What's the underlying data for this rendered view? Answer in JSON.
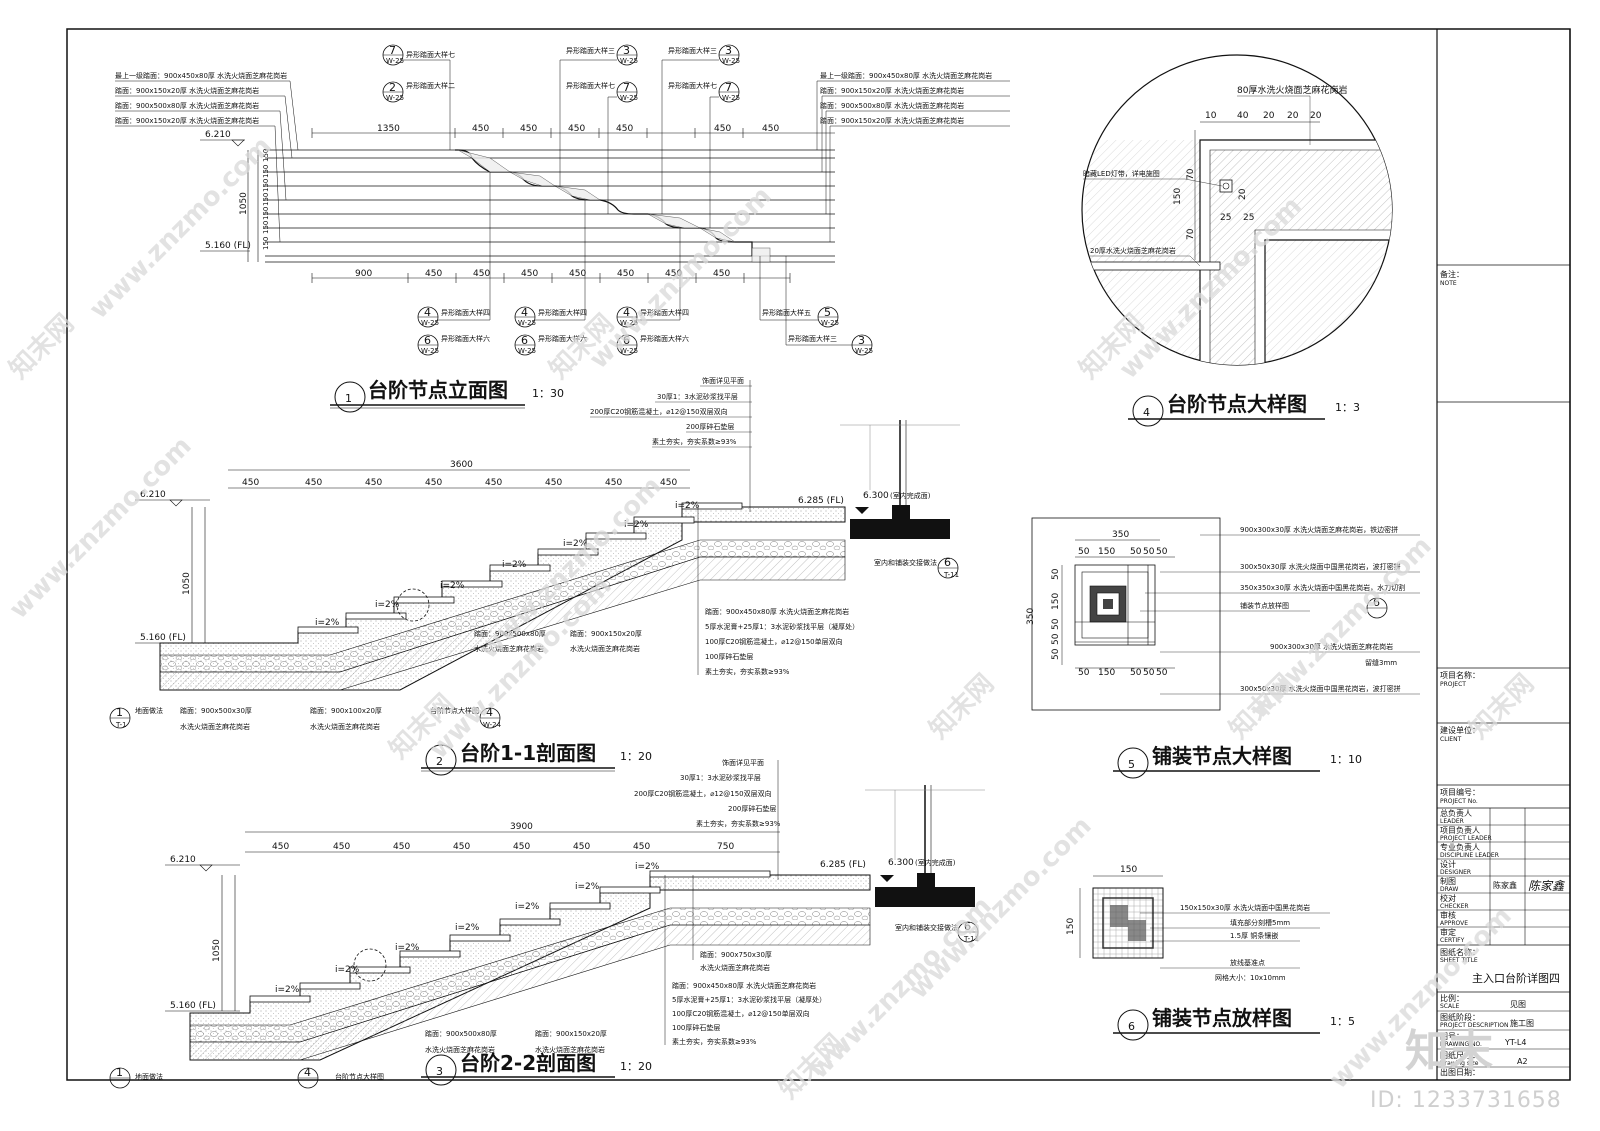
{
  "elevation": {
    "labels_left": [
      "最上一级踏面：900x450x80厚  水洗火烧面芝麻花岗岩",
      "踏面：900x150x20厚  水洗火烧面芝麻花岗岩",
      "踏面：900x500x80厚  水洗火烧面芝麻花岗岩",
      "踏面：900x150x20厚  水洗火烧面芝麻花岗岩"
    ],
    "labels_right": [
      "最上一级踏面：900x450x80厚  水洗火烧面芝麻花岗岩",
      "踏面：900x150x20厚  水洗火烧面芝麻花岗岩",
      "踏面：900x500x80厚  水洗火烧面芝麻花岗岩",
      "踏面：900x150x20厚  水洗火烧面芝麻花岗岩"
    ],
    "top_dims": [
      "1350",
      "450",
      "450",
      "450",
      "450",
      "450",
      "450"
    ],
    "bottom_dims": [
      "900",
      "450",
      "450",
      "450",
      "450",
      "450",
      "450",
      "450"
    ],
    "level_top": "6.210",
    "level_bottom": "5.160 (FL)",
    "height_total": "1050",
    "riser": "150",
    "callouts_top": [
      {
        "num": "7",
        "ref": "W-25",
        "label": "异形踏面大样七"
      },
      {
        "num": "2",
        "ref": "W-25",
        "label": "异形踏面大样二"
      },
      {
        "num": "3",
        "ref": "W-25",
        "label": "异形踏面大样三"
      },
      {
        "num": "7",
        "ref": "W-25",
        "label": "异形踏面大样七"
      },
      {
        "num": "3",
        "ref": "W-25",
        "label": "异形踏面大样三"
      },
      {
        "num": "7",
        "ref": "W-25",
        "label": "异形踏面大样七"
      }
    ],
    "callouts_bottom": [
      {
        "num": "4",
        "ref": "W-25",
        "label": "异形踏面大样四"
      },
      {
        "num": "6",
        "ref": "W-25",
        "label": "异形踏面大样六"
      },
      {
        "num": "4",
        "ref": "W-25",
        "label": "异形踏面大样四"
      },
      {
        "num": "6",
        "ref": "W-25",
        "label": "异形踏面大样六"
      },
      {
        "num": "4",
        "ref": "W-25",
        "label": "异形踏面大样四"
      },
      {
        "num": "6",
        "ref": "W-25",
        "label": "异形踏面大样六"
      },
      {
        "num": "5",
        "ref": "W-25",
        "label": "异形踏面大样五"
      },
      {
        "num": "3",
        "ref": "W-25",
        "label": "异形踏面大样三"
      }
    ],
    "title_num": "1",
    "title": "台阶节点立面图",
    "scale": "1：30"
  },
  "section11": {
    "layers_top": [
      "饰面详见平面",
      "30厚1：3水泥砂浆找平层",
      "200厚C20钢筋混凝土，⌀12@150双层双向",
      "200厚碎石垫层",
      "素土夯实，夯实系数≥93%"
    ],
    "total_dim": "3600",
    "dims": [
      "450",
      "450",
      "450",
      "450",
      "450",
      "450",
      "450",
      "450"
    ],
    "level_top": "6.210",
    "level_bottom": "5.160 (FL)",
    "level_right": "6.285 (FL)",
    "level_right2": "6.300",
    "level_right2_note": "(室内完成面)",
    "height_total": "1050",
    "slope": "i=2%",
    "layers_right": [
      "踏面：900x450x80厚  水洗火烧面芝麻花岗岩",
      "5厚水泥膏+25厚1：3水泥砂浆找平层（凝厚处）",
      "100厚C20钢筋混凝土，⌀12@150单层双向",
      "100厚碎石垫层",
      "素土夯实，夯实系数≥93%"
    ],
    "note_tread1": "踏面：900x500x80厚",
    "note_tread1b": "水洗火烧面芝麻花岗岩",
    "note_tread2": "踏面：900x150x20厚",
    "note_tread2b": "水洗火烧面芝麻花岗岩",
    "note_bottom1": "踏面：900x500x30厚",
    "note_bottom1b": "水洗火烧面芝麻花岗岩",
    "note_bottom2": "踏面：900x100x20厚",
    "note_bottom2b": "水洗火烧面芝麻花岗岩",
    "note_ground": "地面做法",
    "note_detail": "台阶节点大样图",
    "note_indoor": "室内和铺装交接做法",
    "title_num": "2",
    "title": "台阶1-1剖面图",
    "scale": "1：20"
  },
  "section22": {
    "layers_top": [
      "饰面详见平面",
      "30厚1：3水泥砂浆找平层",
      "200厚C20钢筋混凝土，⌀12@150双层双向",
      "200厚碎石垫层",
      "素土夯实，夯实系数≥93%"
    ],
    "total_dim": "3900",
    "dims": [
      "450",
      "450",
      "450",
      "450",
      "450",
      "450",
      "450",
      "750"
    ],
    "level_top": "6.210",
    "level_bottom": "5.160 (FL)",
    "level_right": "6.285 (FL)",
    "level_right2": "6.300",
    "level_right2_note": "(室内完成面)",
    "height_total": "1050",
    "slope": "i=2%",
    "layers_right": [
      "踏面：900x750x30厚",
      "水洗火烧面芝麻花岗岩",
      "踏面：900x450x80厚  水洗火烧面芝麻花岗岩",
      "5厚水泥膏+25厚1：3水泥砂浆找平层（凝厚处）",
      "100厚C20钢筋混凝土，⌀12@150单层双向",
      "100厚碎石垫层",
      "素土夯实，夯实系数≥93%"
    ],
    "note_tread1": "踏面：900x500x80厚",
    "note_tread1b": "水洗火烧面芝麻花岗岩",
    "note_tread2": "踏面：900x150x20厚",
    "note_tread2b": "水洗火烧面芝麻花岗岩",
    "note_ground": "地面做法",
    "note_detail": "台阶节点大样图",
    "note_indoor": "室内和铺装交接做法",
    "title_num": "3",
    "title": "台阶2-2剖面图",
    "scale": "1：20"
  },
  "detail4": {
    "top_label": "80厚水洗火烧面芝麻花岗岩",
    "dims_top": [
      "10",
      "40",
      "20",
      "20",
      "20"
    ],
    "led_label": "暗藏LED灯带，详电施图",
    "dims_side": [
      "70",
      "150",
      "70"
    ],
    "dim_20": "20",
    "dims_small": [
      "25",
      "25"
    ],
    "bottom_label": "20厚水洗火烧面芝麻花岗岩",
    "title_num": "4",
    "title": "台阶节点大样图",
    "scale": "1：3"
  },
  "detail5": {
    "top_dim": "350",
    "dims_top": [
      "50",
      "150",
      "50",
      "50",
      "50"
    ],
    "dims_bottom": [
      "50",
      "150",
      "50",
      "50",
      "50"
    ],
    "side_dims": [
      "50",
      "150",
      "50",
      "50",
      "50"
    ],
    "side_total": "350",
    "labels": [
      "900x300x30厚  水洗火烧面芝麻花岗岩，铁边密拼",
      "300x50x30厚  水洗火烧面中国黑花岗岩，波打密拼",
      "350x350x30厚  水洗火烧面中国黑花岗岩，水刀切割",
      "铺装节点放样图",
      "900x300x30厚  水洗火烧面芝麻花岗岩",
      "留缝3mm",
      "300x50x30厚  水洗火烧面中国黑花岗岩，波打密拼"
    ],
    "callout_num": "6",
    "title_num": "5",
    "title": "铺装节点大样图",
    "scale": "1：10"
  },
  "detail6": {
    "top_dim": "150",
    "side_dim": "150",
    "labels": [
      "150x150x30厚  水洗火烧面中国黑花岗岩",
      "填充部分刻槽5mm",
      "1.5厚  铜条镶嵌",
      "放线基准点",
      "网格大小：10x10mm"
    ],
    "title_num": "6",
    "title": "铺装节点放样图",
    "scale": "1：5"
  },
  "titleblock": {
    "note_cn": "备注：",
    "note_en": "NOTE",
    "project_cn": "项目名称：",
    "project_en": "PROJECT",
    "client_cn": "建设单位：",
    "client_en": "CLIENT",
    "projno_cn": "项目编号：",
    "projno_en": "PROJECT No.",
    "rows": [
      {
        "cn": "总负责人",
        "en": "LEADER",
        "val": ""
      },
      {
        "cn": "项目负责人",
        "en": "PROJECT LEADER",
        "val": ""
      },
      {
        "cn": "专业负责人",
        "en": "DISCIPLINE LEADER",
        "val": ""
      },
      {
        "cn": "设计",
        "en": "DESIGNER",
        "val": ""
      },
      {
        "cn": "制图",
        "en": "DRAW",
        "val": "陈家鑫"
      },
      {
        "cn": "校对",
        "en": "CHECKER",
        "val": ""
      },
      {
        "cn": "审核",
        "en": "APPROVE",
        "val": ""
      },
      {
        "cn": "审定",
        "en": "CERTIFY",
        "val": ""
      }
    ],
    "signature": "陈家鑫",
    "sheet_title_cn": "图纸名称：",
    "sheet_title_en": "SHEET TITLE",
    "sheet_title": "主入口台阶详图四",
    "scale_cn": "比例：",
    "scale_en": "SCALE",
    "scale_val": "见图",
    "desc_cn": "图纸阶段：",
    "desc_en": "PROJECT DESCRIPTION",
    "desc_val": "施工图",
    "no_cn": "图号：",
    "no_en": "DRAWING NO.",
    "no_val": "YT-L4",
    "size_cn": "图纸尺寸：",
    "size_en": "Drawing size",
    "size_val": "A2",
    "date_cn": "出图日期：",
    "date_en": "DRAWING DATE",
    "date_val": ""
  },
  "watermarks": {
    "site": "www.znzmo.com",
    "brand": "知末网",
    "logo": "知末",
    "id": "ID: 1233731658"
  }
}
